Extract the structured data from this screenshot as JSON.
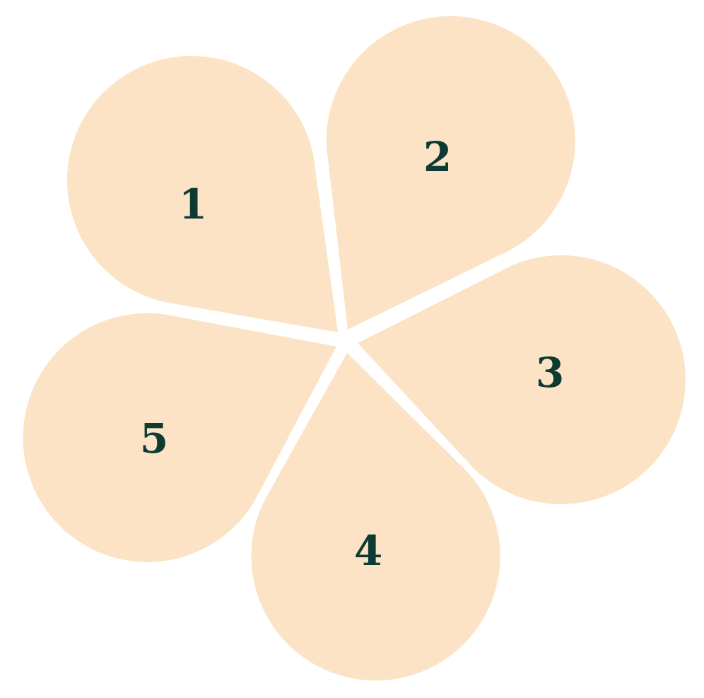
{
  "colors": {
    "background": "#ffffff",
    "petal_fill": "#fce3c5",
    "label_color": "#0d3a32"
  },
  "petals": [
    {
      "id": "1",
      "label": "1"
    },
    {
      "id": "2",
      "label": "2"
    },
    {
      "id": "3",
      "label": "3"
    },
    {
      "id": "4",
      "label": "4"
    },
    {
      "id": "5",
      "label": "5"
    }
  ]
}
